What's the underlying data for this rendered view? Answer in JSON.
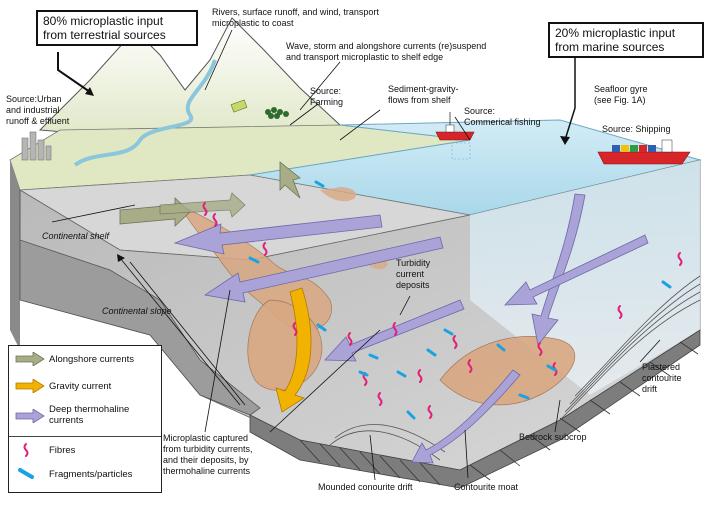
{
  "boxes": {
    "terrestrial": {
      "line1": "80% microplastic input",
      "line2": "from terrestrial sources"
    },
    "marine": {
      "line1": "20% microplastic input",
      "line2": "from marine sources"
    }
  },
  "labels": {
    "rivers": {
      "line1": "Rivers, surface runoff, and wind, transport",
      "line2": "microplastic to coast"
    },
    "wave": {
      "line1": "Wave, storm and alongshore currents (re)suspend",
      "line2": "and transport microplastic to shelf edge"
    },
    "urban": {
      "line1": "Source:Urban",
      "line2": "and industrial",
      "line3": "runoff & effluent"
    },
    "farming": {
      "line1": "Source:",
      "line2": "Farming"
    },
    "sediment_gravity": {
      "line1": "Sediment-gravity-",
      "line2": "flows from shelf"
    },
    "fishing": {
      "line1": "Source:",
      "line2": "Commerical fishing"
    },
    "gyre": {
      "line1": "Seafloor gyre",
      "line2": "(see Fig. 1A)"
    },
    "shipping": "Source: Shipping",
    "shelf": "Continental shelf",
    "slope": "Continental slope",
    "turbidity": {
      "line1": "Turbidity",
      "line2": "current",
      "line3": "deposits"
    },
    "captured": {
      "line1": "Microplastic captured",
      "line2": "from turbidity currents,",
      "line3": "and their deposits, by",
      "line4": "thermohaline currents"
    },
    "mounded": "Mounded conourite drift",
    "moat": "Contourite moat",
    "bedrock": "Bedrock subcrop",
    "plastered": {
      "line1": "Plastered",
      "line2": "contourite",
      "line3": "drift"
    }
  },
  "legend": {
    "alongshore": "Alongshore currents",
    "gravity": "Gravity current",
    "deep": {
      "line1": "Deep thermohaline",
      "line2": "currents"
    },
    "fibres": "Fibres",
    "fragments": "Fragments/particles"
  },
  "colors": {
    "sea": "#bfe3f0",
    "alongshore_arrow": "#a8ad88",
    "gravity_arrow": "#f2b300",
    "thermohaline_arrow": "#a9a3d8",
    "fibre": "#e0207a",
    "fragment": "#1aa3e0",
    "sediment": "#d9a882",
    "bedrock": "#7d7d7d",
    "ship": "#d7262a"
  }
}
